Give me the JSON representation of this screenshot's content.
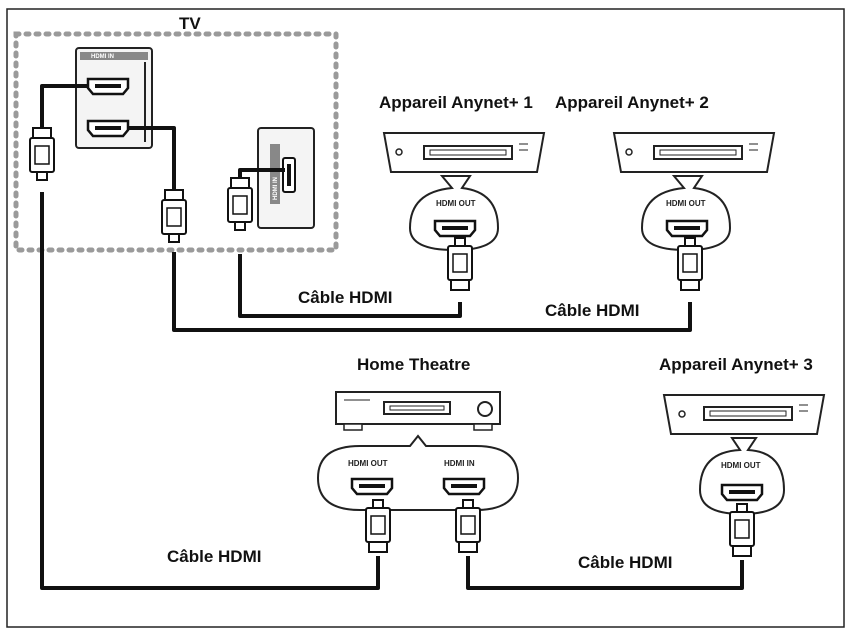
{
  "labels": {
    "tv": "TV",
    "device1": "Appareil Anynet+ 1",
    "device2": "Appareil Anynet+ 2",
    "device3": "Appareil Anynet+ 3",
    "home_theatre": "Home Theatre",
    "cable": "Câble HDMI"
  },
  "ports": {
    "tv_hdmi_in": "HDMI IN",
    "tv_side_port": "HDMI IN",
    "hdmi_out": "HDMI OUT",
    "hdmi_in": "HDMI IN"
  }
}
